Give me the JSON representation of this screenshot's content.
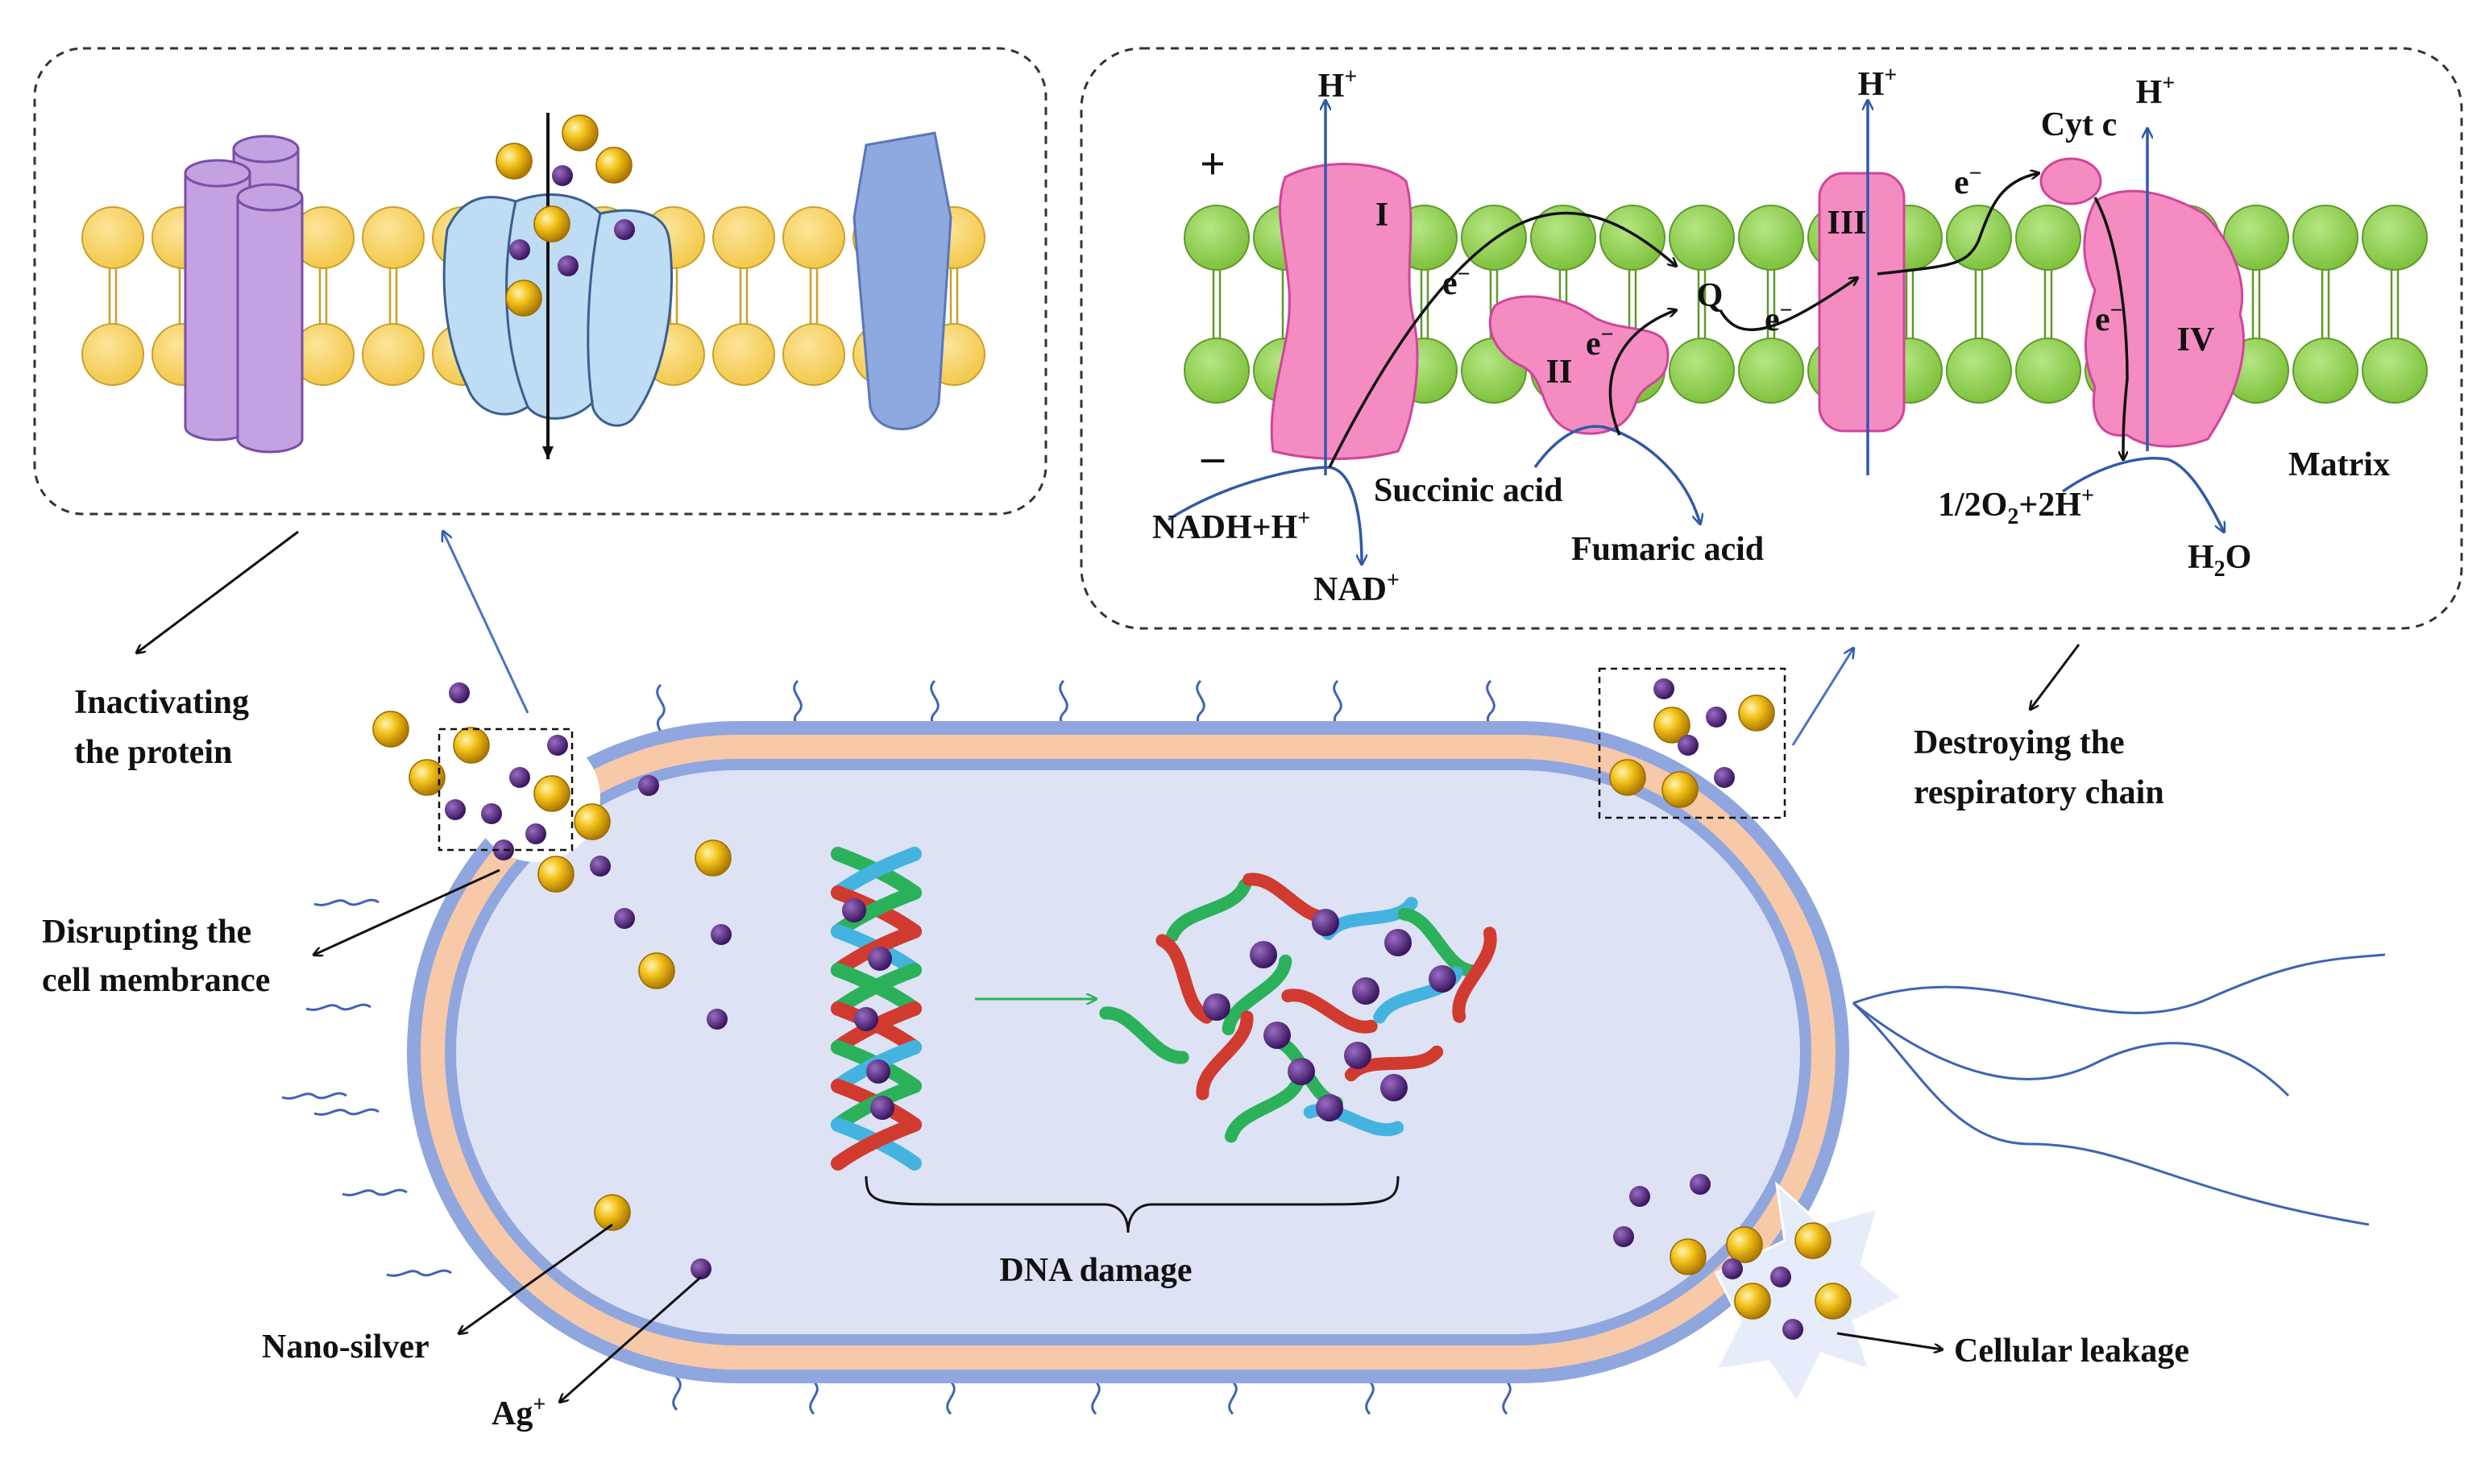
{
  "title": "",
  "colors": {
    "cell_fill": "#dde3f5",
    "cell_border": "#8fa6de",
    "periplasm": "#f7c9a8",
    "silver_particle": "#e8b00f",
    "silver_ion": "#5a2d82",
    "lipid_head_protein_panel": "#f8d66b",
    "lipid_head_chain_panel": "#8fd14f",
    "complex_pink": "#f48cc2",
    "transporter": "#bfdcf5",
    "channel_purple": "#c4a1e0",
    "channel_blue": "#8ea8e0",
    "arrow_blue": "#2f5aa8",
    "dna_arrow": "#2bb15a"
  },
  "labels": {
    "inactivating_protein": [
      "Inactivating",
      "the protein"
    ],
    "disrupting_membrane": [
      "Disrupting the",
      "cell membrance"
    ],
    "destroying_chain": [
      "Destroying the",
      "respiratory chain"
    ],
    "dna_damage": "DNA damage",
    "nano_silver": "Nano-silver",
    "ag_ion": "Ag",
    "ag_ion_sup": "+",
    "cellular_leakage": "Cellular leakage"
  },
  "respiratory_chain": {
    "plus": "+",
    "minus": "–",
    "h_plus": "H",
    "plus_sup": "+",
    "complex_1": "I",
    "complex_2": "II",
    "complex_3": "III",
    "complex_4": "IV",
    "cyt_c": "Cyt c",
    "q": "Q",
    "electron": "e",
    "electron_sup": "−",
    "nadh_a": "NADH+H",
    "nad": "NAD",
    "succinic_acid": "Succinic acid",
    "fumaric_acid": "Fumaric acid",
    "oxygen_a": "1/2O",
    "oxygen_sub": "2",
    "oxygen_b": "+2H",
    "water_a": "H",
    "water_sub": "2",
    "water_b": "O",
    "matrix": "Matrix"
  }
}
